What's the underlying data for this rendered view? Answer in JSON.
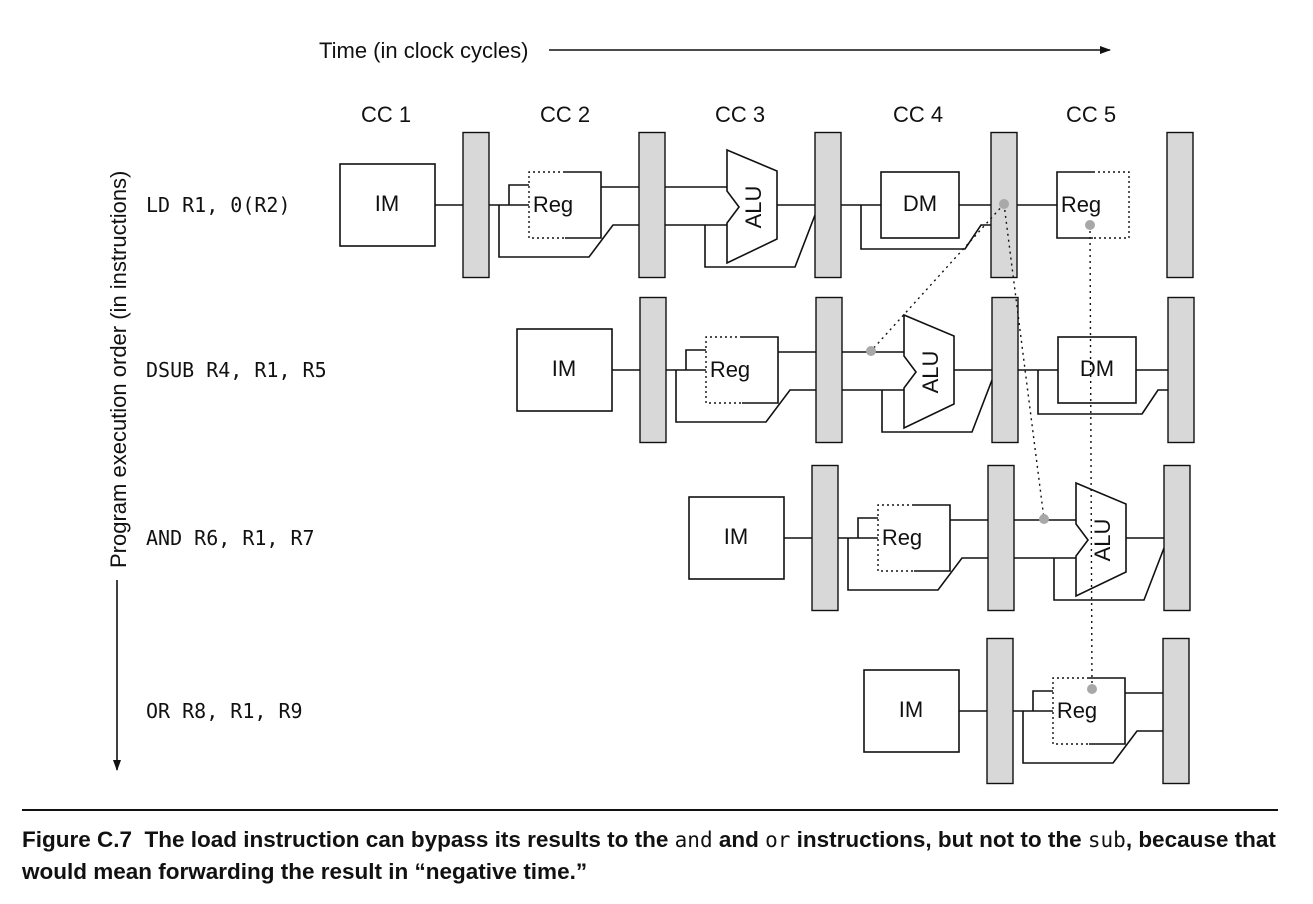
{
  "time_label": "Time (in clock cycles)",
  "order_label": "Program execution order (in instructions)",
  "cycles": [
    "CC 1",
    "CC 2",
    "CC 3",
    "CC 4",
    "CC 5"
  ],
  "instructions": [
    "LD R1, 0(R2)",
    "DSUB R4, R1, R5",
    "AND R6, R1, R7",
    "OR R8, R1, R9"
  ],
  "stages": {
    "im": "IM",
    "reg": "Reg",
    "alu": "ALU",
    "dm": "DM"
  },
  "caption": {
    "figure": "Figure C.7",
    "p1": "The load instruction can bypass its results to the ",
    "c1": "and",
    "p2": " and ",
    "c2": "or",
    "p3": " instructions, but not to the ",
    "c3": "sub",
    "p4": ", because that would mean forwarding the result in “negative time.”"
  },
  "colors": {
    "latch_fill": "#d8d8d8",
    "line": "#111111",
    "forward_dot": "#a8a8a8"
  }
}
